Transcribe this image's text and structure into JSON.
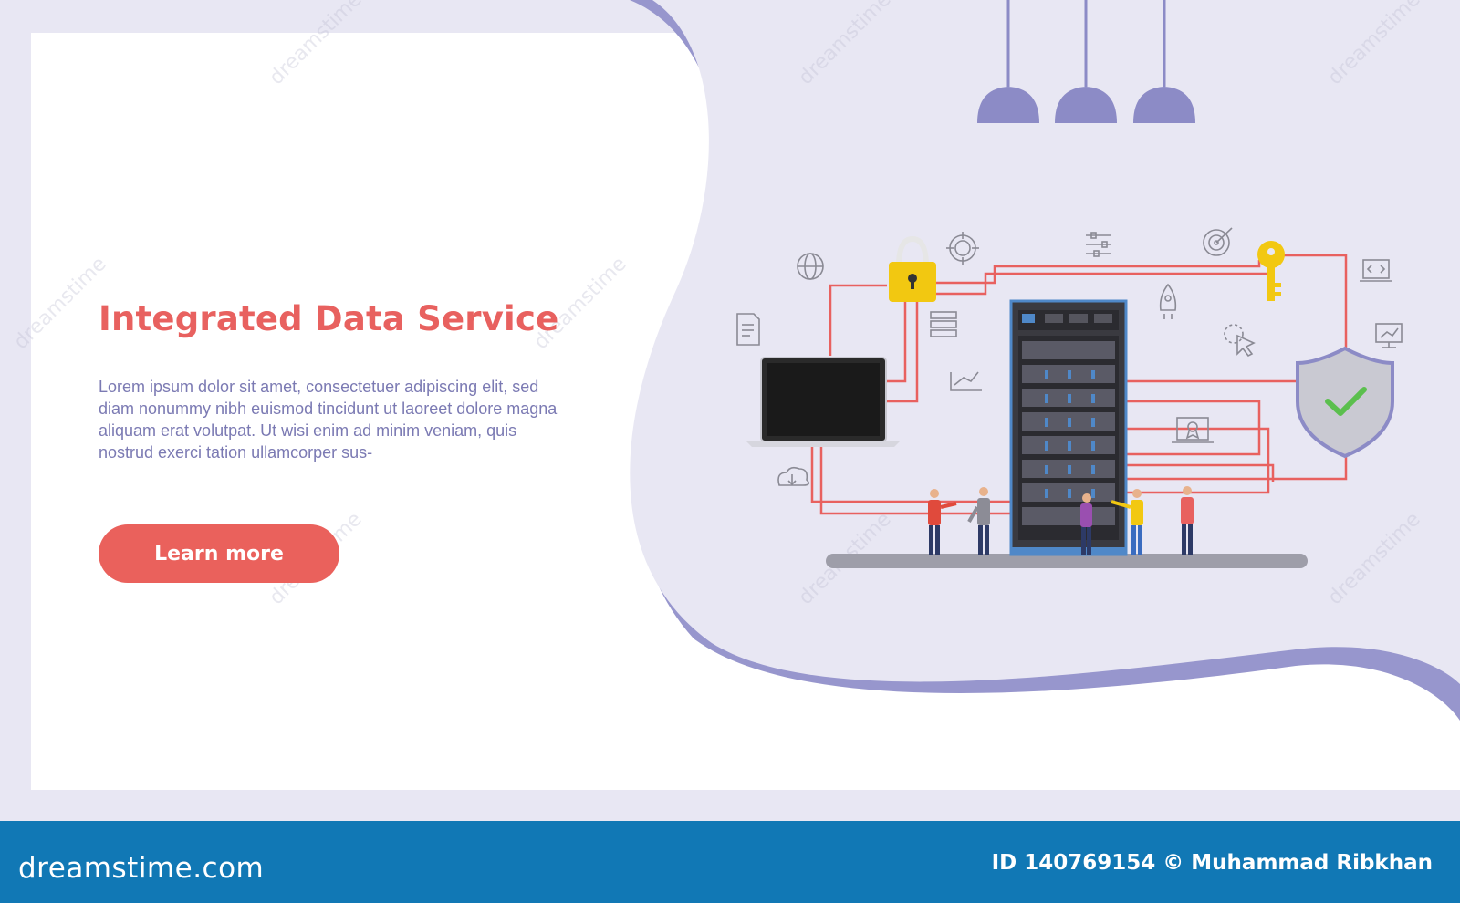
{
  "hero": {
    "title": "Integrated Data Service",
    "body": "Lorem ipsum dolor sit amet, consectetuer adipiscing elit, sed diam nonummy nibh euismod tincidunt ut laoreet dolore magna aliquam erat volutpat. Ut wisi enim ad minim veniam, quis nostrud exerci tation ullamcorper sus-",
    "cta_label": "Learn more"
  },
  "watermark": {
    "text": "dreamstime"
  },
  "footer": {
    "logo_text": "dreamstime.com",
    "credit": "ID 140769154 © Muhammad Ribkhan"
  },
  "colors": {
    "accent": "#e8615f",
    "body_text": "#7b7ab3",
    "wave": "#9796cd",
    "page_bg": "#e8e7f3",
    "footer_bg": "#1178b5",
    "wire": "#e8615f",
    "lock": "#f2c811",
    "check": "#5bbf4e"
  },
  "icons": [
    "globe-icon",
    "lock-icon",
    "target-users-icon",
    "sliders-icon",
    "target-icon",
    "key-icon",
    "code-window-icon",
    "document-icon",
    "server-stack-icon",
    "rocket-icon",
    "cursor-click-icon",
    "chart-monitor-icon",
    "line-chart-icon",
    "shield-check-icon",
    "certificate-icon",
    "cloud-download-icon",
    "laptop-icon",
    "server-rack-icon",
    "pendant-lamp-icon"
  ]
}
